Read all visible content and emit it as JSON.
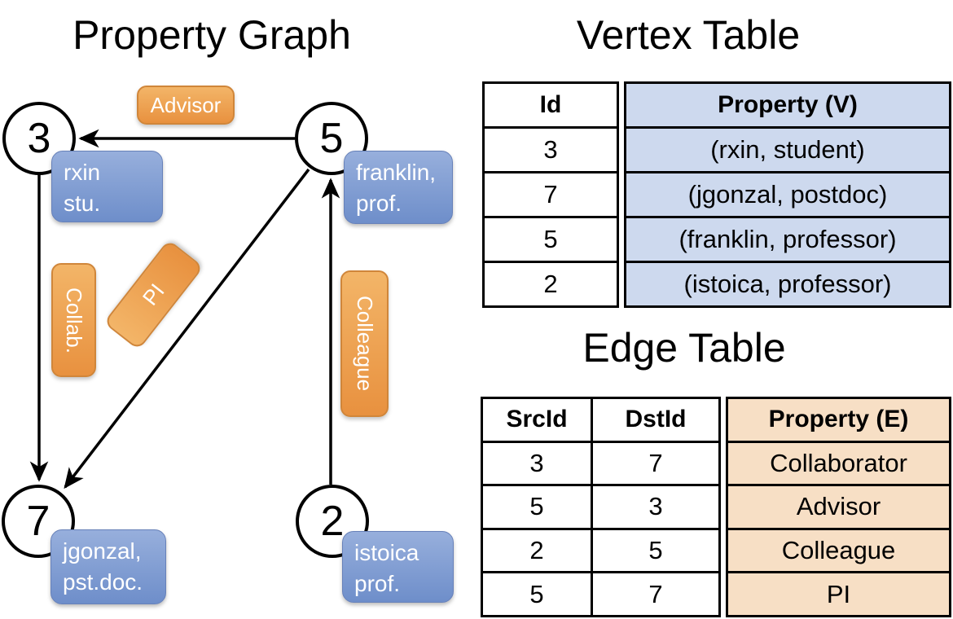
{
  "titles": {
    "graph": "Property Graph",
    "vertex_table": "Vertex Table",
    "edge_table": "Edge Table"
  },
  "graph": {
    "nodes": [
      {
        "id": "3",
        "label_lines": [
          "rxin",
          "stu."
        ]
      },
      {
        "id": "5",
        "label_lines": [
          "franklin,",
          "prof."
        ]
      },
      {
        "id": "7",
        "label_lines": [
          "jgonzal,",
          "pst.doc."
        ]
      },
      {
        "id": "2",
        "label_lines": [
          "istoica",
          "prof."
        ]
      }
    ],
    "edges": [
      {
        "label": "Advisor",
        "src": "5",
        "dst": "3"
      },
      {
        "label": "Collab.",
        "src": "3",
        "dst": "7"
      },
      {
        "label": "PI",
        "src": "5",
        "dst": "7"
      },
      {
        "label": "Colleague",
        "src": "2",
        "dst": "5"
      }
    ]
  },
  "vertex_table": {
    "headers": [
      "Id",
      "Property (V)"
    ],
    "rows": [
      [
        "3",
        "(rxin, student)"
      ],
      [
        "7",
        "(jgonzal, postdoc)"
      ],
      [
        "5",
        "(franklin, professor)"
      ],
      [
        "2",
        "(istoica, professor)"
      ]
    ]
  },
  "edge_table": {
    "headers": [
      "SrcId",
      "DstId",
      "Property (E)"
    ],
    "rows": [
      [
        "3",
        "7",
        "Collaborator"
      ],
      [
        "5",
        "3",
        "Advisor"
      ],
      [
        "2",
        "5",
        "Colleague"
      ],
      [
        "5",
        "7",
        "PI"
      ]
    ]
  },
  "colors": {
    "edge_label_box": "#EDA254",
    "vertex_label_box": "#7E9CD2",
    "vertex_cell_fill": "#CDD9EE",
    "edge_cell_fill": "#F7DFC5",
    "line_color": "#000000"
  }
}
